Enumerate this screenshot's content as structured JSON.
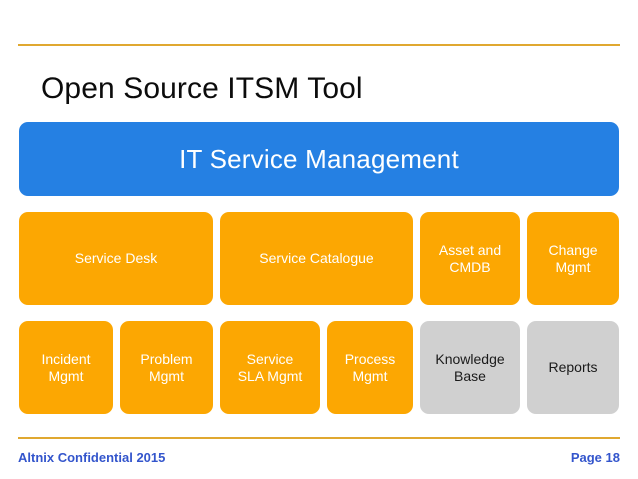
{
  "slide": {
    "title": "Open Source ITSM Tool",
    "accent_rule_color": "#E0A830",
    "banner": {
      "label": "IT Service Management",
      "color": "#2580E3",
      "text_color": "#FFFFFF"
    },
    "palette": {
      "orange": "#FCA702",
      "grey": "#D0D0D0",
      "blue": "#2580E3",
      "footer_text": "#3355CC",
      "title_text": "#0C0C0C"
    },
    "rows": [
      {
        "name": "row-1",
        "cells": [
          {
            "label": "Service Desk",
            "style": "orange",
            "flex": 194
          },
          {
            "label": "Service Catalogue",
            "style": "orange",
            "flex": 193
          },
          {
            "label": "Asset and\nCMDB",
            "style": "orange",
            "flex": 100,
            "lines": [
              "Asset and",
              "CMDB"
            ]
          },
          {
            "label": "Change\nMgmt",
            "style": "orange",
            "flex": 92,
            "lines": [
              "Change",
              "Mgmt"
            ]
          }
        ]
      },
      {
        "name": "row-2",
        "cells": [
          {
            "label": "Incident\nMgmt",
            "style": "orange",
            "flex": 94,
            "lines": [
              "Incident",
              "Mgmt"
            ]
          },
          {
            "label": "Problem\nMgmt",
            "style": "orange",
            "flex": 93,
            "lines": [
              "Problem",
              "Mgmt"
            ]
          },
          {
            "label": "Service\nSLA Mgmt",
            "style": "orange",
            "flex": 100,
            "lines": [
              "Service",
              "SLA Mgmt"
            ]
          },
          {
            "label": "Process\nMgmt",
            "style": "orange",
            "flex": 86,
            "lines": [
              "Process",
              "Mgmt"
            ]
          },
          {
            "label": "Knowledge\nBase",
            "style": "grey",
            "flex": 100,
            "lines": [
              "Knowledge",
              "Base"
            ]
          },
          {
            "label": "Reports",
            "style": "grey",
            "flex": 92,
            "lines": [
              "Reports"
            ]
          }
        ]
      }
    ],
    "footer": {
      "left": "Altnix Confidential 2015",
      "right": "Page 18"
    }
  }
}
